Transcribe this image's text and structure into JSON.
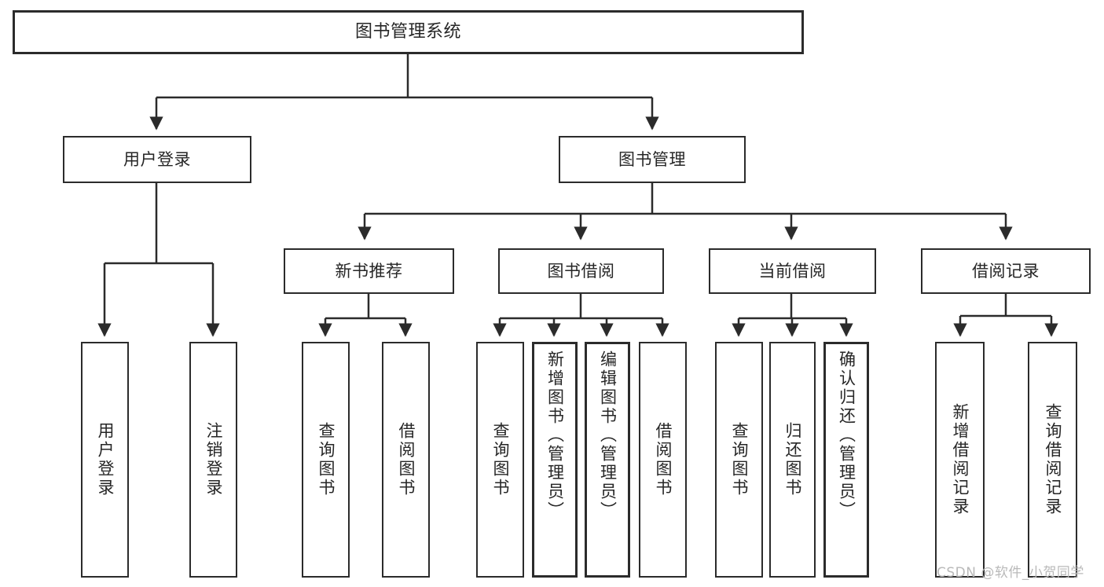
{
  "diagram": {
    "title": "图书管理系统",
    "type": "功能结构图",
    "colors": {
      "background": "#ffffff",
      "border": "#2b2b2b",
      "text": "#262626",
      "wire": "#2b2b2b",
      "watermark": "#b9b9b9"
    },
    "watermark": "CSDN @软件_小贺同学",
    "levels": {
      "root": {
        "label": "图书管理系统"
      },
      "level2": [
        {
          "id": "user-login",
          "label": "用户登录"
        },
        {
          "id": "book-management",
          "label": "图书管理"
        }
      ],
      "level3": [
        {
          "id": "new-book-recommend",
          "label": "新书推荐",
          "parent": "book-management"
        },
        {
          "id": "book-borrow",
          "label": "图书借阅",
          "parent": "book-management"
        },
        {
          "id": "current-borrow",
          "label": "当前借阅",
          "parent": "book-management"
        },
        {
          "id": "borrow-record",
          "label": "借阅记录",
          "parent": "book-management"
        }
      ],
      "leaves": [
        {
          "id": "leaf-user-login",
          "label": "用户登录",
          "parent": "user-login"
        },
        {
          "id": "leaf-logout",
          "label": "注销登录",
          "parent": "user-login"
        },
        {
          "id": "leaf-query-book-1",
          "label": "查询图书",
          "parent": "new-book-recommend"
        },
        {
          "id": "leaf-borrow-book-1",
          "label": "借阅图书",
          "parent": "new-book-recommend"
        },
        {
          "id": "leaf-query-book-2",
          "label": "查询图书",
          "parent": "book-borrow"
        },
        {
          "id": "leaf-add-book",
          "label": "新增图书（管理员）",
          "parent": "book-borrow"
        },
        {
          "id": "leaf-edit-book",
          "label": "编辑图书（管理员）",
          "parent": "book-borrow"
        },
        {
          "id": "leaf-borrow-book-2",
          "label": "借阅图书",
          "parent": "book-borrow"
        },
        {
          "id": "leaf-query-book-3",
          "label": "查询图书",
          "parent": "current-borrow"
        },
        {
          "id": "leaf-return-book",
          "label": "归还图书",
          "parent": "current-borrow"
        },
        {
          "id": "leaf-confirm-return",
          "label": "确认归还（管理员）",
          "parent": "current-borrow"
        },
        {
          "id": "leaf-add-record",
          "label": "新增借阅记录",
          "parent": "borrow-record"
        },
        {
          "id": "leaf-query-record",
          "label": "查询借阅记录",
          "parent": "borrow-record"
        }
      ]
    }
  }
}
